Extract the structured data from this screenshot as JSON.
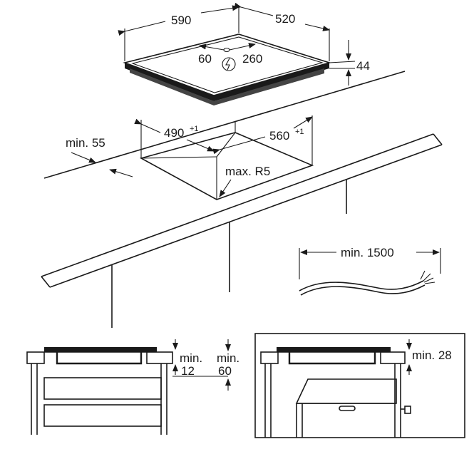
{
  "hob": {
    "width": "590",
    "depth": "520",
    "cable_left": "60",
    "cable_right": "260",
    "height": "44",
    "power_symbol": "lightning-icon"
  },
  "cutout": {
    "width": "490",
    "width_tol": "+1",
    "depth": "560",
    "depth_tol": "+1",
    "edge_min": "min. 55",
    "radius": "max. R5"
  },
  "cable": {
    "length": "min. 1500"
  },
  "section_drawer": {
    "min_label_a": "min.",
    "value_a": "12",
    "min_label_b": "min.",
    "value_b": "60"
  },
  "section_oven": {
    "clearance": "min. 28"
  }
}
